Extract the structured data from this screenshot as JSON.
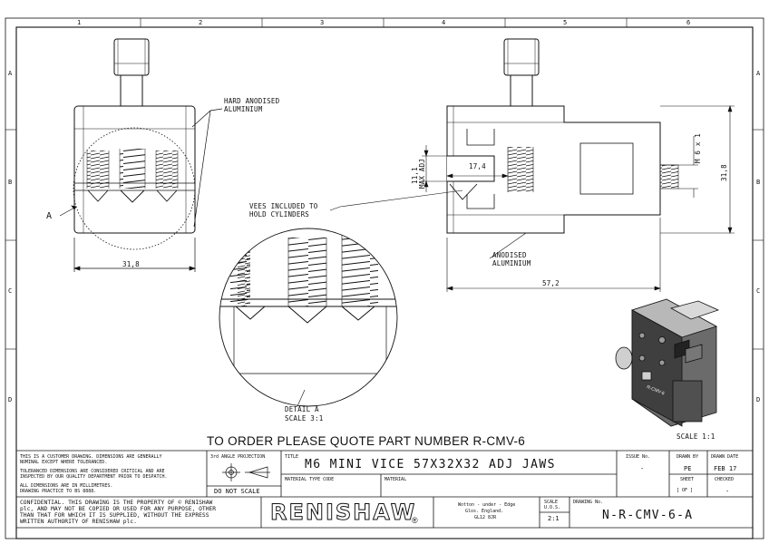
{
  "grid": {
    "columns": [
      "1",
      "2",
      "3",
      "4",
      "5",
      "6"
    ],
    "rows": [
      "A",
      "B",
      "C",
      "D"
    ]
  },
  "annotations": {
    "hard_anodised": [
      "HARD ANODISED",
      "ALUMINIUM"
    ],
    "detail_callout": "A",
    "vees": [
      "VEES INCLUDED TO",
      "HOLD CYLINDERS"
    ],
    "anodised": [
      "ANODISED",
      "ALUMINIUM"
    ],
    "detail_label": [
      "DETAIL A",
      "SCALE 3:1"
    ],
    "scale_label": "SCALE 1:1"
  },
  "dimensions": {
    "front_width": "31,8",
    "gap": "11,1",
    "gap_note": "MAX ADJ",
    "thread_depth": "17,4",
    "thread": "M 6 x 1",
    "height": "31,8",
    "length": "57,2"
  },
  "order_note": "TO ORDER PLEASE QUOTE PART NUMBER R-CMV-6",
  "title_block": {
    "notes": [
      "THIS IS A CUSTOMER DRAWING. DIMENSIONS ARE GENERALLY",
      "NOMINAL EXCEPT WHERE TOLERANCED.",
      "TOLERANCED DIMENSIONS ARE CONSIDERED CRITICAL AND ARE",
      "INSPECTED BY OUR QUALITY DEPARTMENT PRIOR TO DESPATCH.",
      "ALL DIMENSIONS ARE IN MILLIMETRES.",
      "DRAWING PRACTICE TO BS 8888."
    ],
    "projection_label": "3rd ANGLE PROJECTION",
    "do_not_scale": "DO NOT SCALE",
    "title_label": "TITLE",
    "title": "M6 MINI VICE 57X32X32 ADJ JAWS",
    "material_type_label": "MATERIAL TYPE CODE",
    "material_label": "MATERIAL",
    "issue_label": "ISSUE No.",
    "issue_value": "-",
    "drawn_by_label": "DRAWN BY",
    "drawn_by_value": "PE",
    "drawn_date_label": "DRAWN DATE",
    "drawn_date_value": "FEB 17",
    "sheet_label": "SHEET",
    "sheet_value": "[ OF ]",
    "checked_label": "CHECKED",
    "checked_value": "-",
    "confidential": [
      "CONFIDENTIAL. THIS DRAWING IS THE PROPERTY OF © RENISHAW",
      "plc, AND MAY NOT BE COPIED OR USED FOR ANY PURPOSE, OTHER",
      "THAN THAT FOR WHICH IT IS SUPPLIED, WITHOUT THE EXPRESS",
      "WRITTEN AUTHORITY OF RENISHAW plc."
    ],
    "company": "RENISHAW",
    "address": [
      "Wotton - under - Edge",
      "Glos. England.",
      "GL12 8JR"
    ],
    "scale_label": "SCALE",
    "scale_sub": "U.O.S.",
    "scale_value": "2:1",
    "drawing_no_label": "DRAWING No.",
    "drawing_no": "N-R-CMV-6-A"
  },
  "render_label": "R-CMV-6"
}
